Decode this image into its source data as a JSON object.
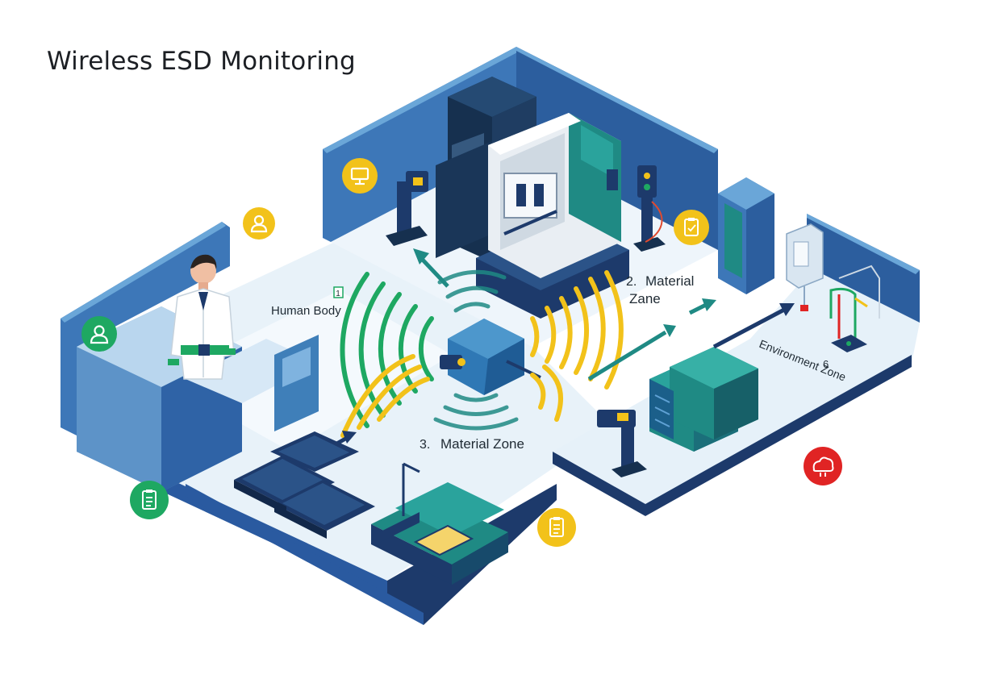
{
  "title": "Wireless ESD Monitoring",
  "labels": {
    "human_body": "Human Body",
    "human_body_num": "1",
    "material_zone_top_num": "2.",
    "material_zone_top_line1": "Material",
    "material_zone_top_line2": "Zane",
    "material_zone_bottom_num": "3.",
    "material_zone_bottom": "Material Zone",
    "environment_zone_num": "6",
    "environment_zone": "Environment Zone"
  },
  "icons": [
    "monitor-icon",
    "user-icon",
    "user-icon",
    "clipboard-icon",
    "clipboard-icon",
    "clipboard-icon",
    "cloud-alert-icon"
  ],
  "colors": {
    "navy": "#1d3a6b",
    "blue": "#3d77b8",
    "teal": "#1f8a84",
    "green": "#1ea862",
    "yellow": "#f2c21a",
    "red": "#e02424",
    "floor": "#eaf3fa"
  }
}
